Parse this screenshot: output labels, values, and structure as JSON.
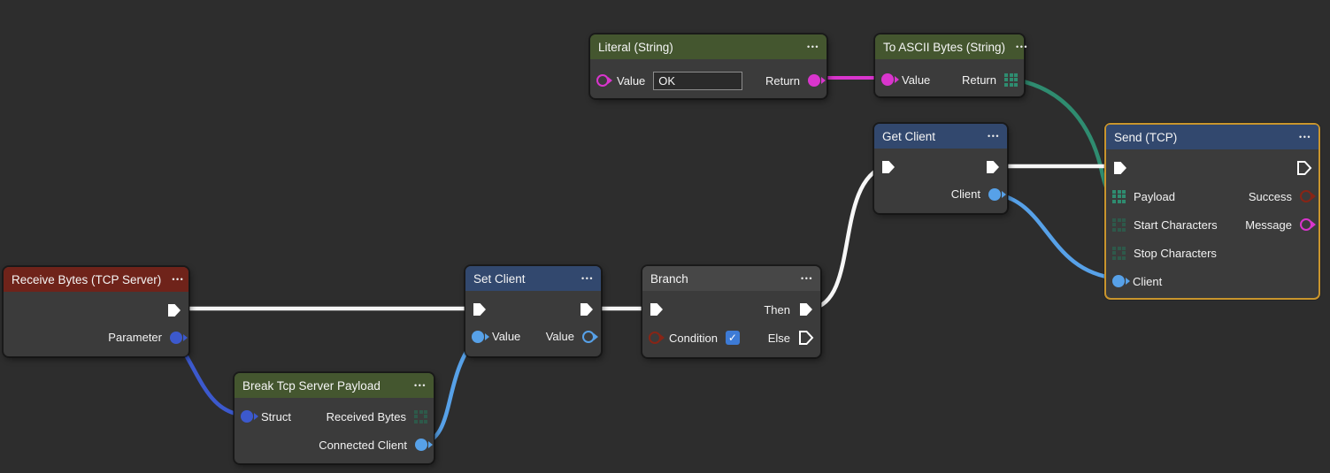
{
  "colors": {
    "bg": "#2d2d2d",
    "node-body": "#3b3b3b",
    "header-green": "#44562f",
    "header-blue": "#32486e",
    "header-red": "#6f231a",
    "header-gray": "#474747",
    "selection": "#c9952d",
    "wire-exec": "#f7f7f7",
    "magenta": "#d935cd",
    "teal": "#2f8c70",
    "teal-dim": "#2e594a",
    "blue-light": "#57a1e8",
    "blue-dark": "#3c59cd",
    "red-pin": "#872516",
    "checkbox": "#3d7bd6"
  },
  "icons": {
    "menu": "•••",
    "check": "✓"
  },
  "nodes": {
    "literal": {
      "title": "Literal (String)",
      "value_label": "Value",
      "value_text": "OK",
      "return_label": "Return"
    },
    "to_ascii": {
      "title": "To ASCII Bytes (String)",
      "value_label": "Value",
      "return_label": "Return"
    },
    "get_client": {
      "title": "Get Client",
      "client_label": "Client"
    },
    "send_tcp": {
      "title": "Send (TCP)",
      "payload_label": "Payload",
      "success_label": "Success",
      "start_label": "Start Characters",
      "message_label": "Message",
      "stop_label": "Stop Characters",
      "client_label": "Client"
    },
    "receive": {
      "title": "Receive Bytes (TCP Server)",
      "parameter_label": "Parameter"
    },
    "set_client": {
      "title": "Set Client",
      "value_in_label": "Value",
      "value_out_label": "Value"
    },
    "branch": {
      "title": "Branch",
      "condition_label": "Condition",
      "then_label": "Then",
      "else_label": "Else",
      "condition_checked": true
    },
    "break_payload": {
      "title": "Break Tcp Server Payload",
      "struct_label": "Struct",
      "received_bytes_label": "Received Bytes",
      "connected_client_label": "Connected Client"
    }
  }
}
